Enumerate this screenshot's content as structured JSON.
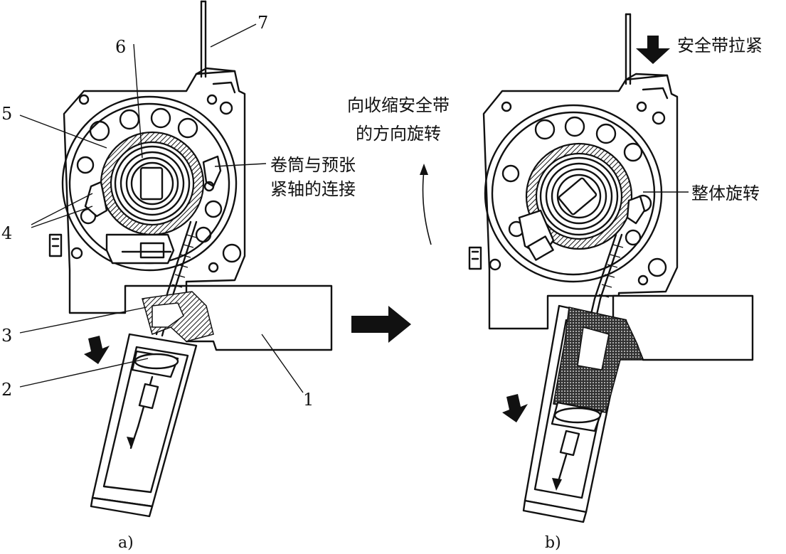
{
  "callouts": {
    "n1": "1",
    "n2": "2",
    "n3": "3",
    "n4": "4",
    "n5": "5",
    "n6": "6",
    "n7": "7"
  },
  "texts": {
    "spool_link_line1": "卷筒与预张",
    "spool_link_line2": "紧轴的连接",
    "rotate_line1": "向收缩安全带",
    "rotate_line2": "的方向旋转",
    "belt_tighten": "安全带拉紧",
    "whole_rotate": "整体旋转"
  },
  "captions": {
    "a": "a)",
    "b": "b)"
  }
}
